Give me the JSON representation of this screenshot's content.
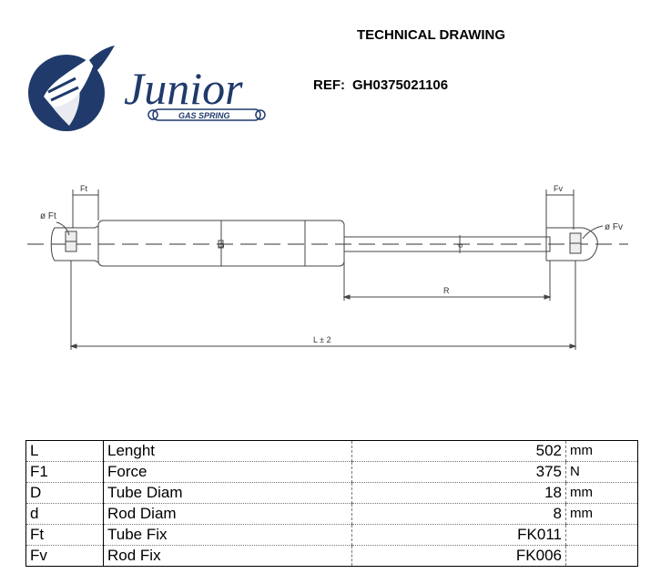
{
  "header": {
    "title": "TECHNICAL DRAWING",
    "ref_label": "REF:",
    "ref_code": "GH0375021106"
  },
  "logo": {
    "brand": "Junior",
    "tagline": "GAS SPRING",
    "color": "#1f3a6b"
  },
  "drawing": {
    "labels": {
      "ft": "Ft",
      "fv": "Fv",
      "phi_ft": "ø Ft",
      "phi_fv": "ø Fv",
      "tube_diam": "D",
      "rod_diam": "d",
      "rod_length": "R",
      "length": "L ± 2"
    }
  },
  "specs": {
    "rows": [
      {
        "code": "L",
        "label": "Lenght",
        "value": "502",
        "unit": "mm"
      },
      {
        "code": "F1",
        "label": "Force",
        "value": "375",
        "unit": "N"
      },
      {
        "code": "D",
        "label": "Tube Diam",
        "value": "18",
        "unit": "mm"
      },
      {
        "code": "d",
        "label": "Rod Diam",
        "value": "8",
        "unit": "mm"
      },
      {
        "code": "Ft",
        "label": "Tube Fix",
        "value": "FK011",
        "unit": ""
      },
      {
        "code": "Fv",
        "label": "Rod Fix",
        "value": "FK006",
        "unit": ""
      }
    ]
  }
}
